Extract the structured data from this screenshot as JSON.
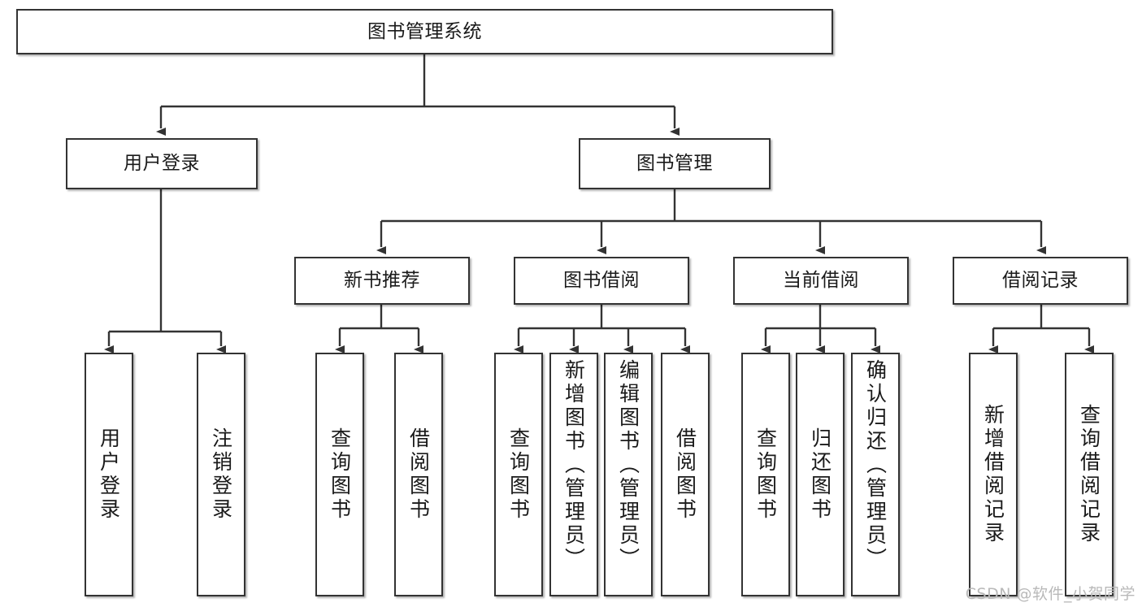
{
  "diagram": {
    "title": "图书管理系统",
    "watermark": "CSDN @软件_小贺同学",
    "line_color": "#333333",
    "box_fill": "#ffffff",
    "text_color": "#1a1a1a"
  },
  "chart_data": {
    "type": "diagram",
    "subtype": "tree",
    "title": "图书管理系统",
    "orientation": "top-down",
    "levels": 4,
    "nodes": [
      {
        "id": "root",
        "label": "图书管理系统",
        "level": 0,
        "parent": null
      },
      {
        "id": "login",
        "label": "用户登录",
        "level": 1,
        "parent": "root"
      },
      {
        "id": "bookmgmt",
        "label": "图书管理",
        "level": 1,
        "parent": "root"
      },
      {
        "id": "newbook",
        "label": "新书推荐",
        "level": 2,
        "parent": "bookmgmt"
      },
      {
        "id": "borrow",
        "label": "图书借阅",
        "level": 2,
        "parent": "bookmgmt"
      },
      {
        "id": "current",
        "label": "当前借阅",
        "level": 2,
        "parent": "bookmgmt"
      },
      {
        "id": "record",
        "label": "借阅记录",
        "level": 2,
        "parent": "bookmgmt"
      },
      {
        "id": "leaf1",
        "label": "用户登录",
        "level": 3,
        "parent": "login"
      },
      {
        "id": "leaf2",
        "label": "注销登录",
        "level": 3,
        "parent": "login"
      },
      {
        "id": "leaf3",
        "label": "查询图书",
        "level": 3,
        "parent": "newbook"
      },
      {
        "id": "leaf4",
        "label": "借阅图书",
        "level": 3,
        "parent": "newbook"
      },
      {
        "id": "leaf5",
        "label": "查询图书",
        "level": 3,
        "parent": "borrow"
      },
      {
        "id": "leaf6",
        "label": "新增图书（管理员）",
        "level": 3,
        "parent": "borrow"
      },
      {
        "id": "leaf7",
        "label": "编辑图书（管理员）",
        "level": 3,
        "parent": "borrow"
      },
      {
        "id": "leaf8",
        "label": "借阅图书",
        "level": 3,
        "parent": "borrow"
      },
      {
        "id": "leaf9",
        "label": "查询图书",
        "level": 3,
        "parent": "current"
      },
      {
        "id": "leaf10",
        "label": "归还图书",
        "level": 3,
        "parent": "current"
      },
      {
        "id": "leaf11",
        "label": "确认归还（管理员）",
        "level": 3,
        "parent": "current"
      },
      {
        "id": "leaf12",
        "label": "新增借阅记录",
        "level": 3,
        "parent": "record"
      },
      {
        "id": "leaf13",
        "label": "查询借阅记录",
        "level": 3,
        "parent": "record"
      }
    ]
  },
  "nodes": {
    "root": {
      "label": "图书管理系统"
    },
    "login": {
      "label": "用户登录"
    },
    "bookmgmt": {
      "label": "图书管理"
    },
    "newbook": {
      "label": "新书推荐"
    },
    "borrow": {
      "label": "图书借阅"
    },
    "current": {
      "label": "当前借阅"
    },
    "record": {
      "label": "借阅记录"
    },
    "leaf1": {
      "label": "用户登录"
    },
    "leaf2": {
      "label": "注销登录"
    },
    "leaf3": {
      "label": "查询图书"
    },
    "leaf4": {
      "label": "借阅图书"
    },
    "leaf5": {
      "label": "查询图书"
    },
    "leaf6": {
      "label": "新增图书（管理员）"
    },
    "leaf7": {
      "label": "编辑图书（管理员）"
    },
    "leaf8": {
      "label": "借阅图书"
    },
    "leaf9": {
      "label": "查询图书"
    },
    "leaf10": {
      "label": "归还图书"
    },
    "leaf11": {
      "label": "确认归还（管理员）"
    },
    "leaf12": {
      "label": "新增借阅记录"
    },
    "leaf13": {
      "label": "查询借阅记录"
    }
  }
}
